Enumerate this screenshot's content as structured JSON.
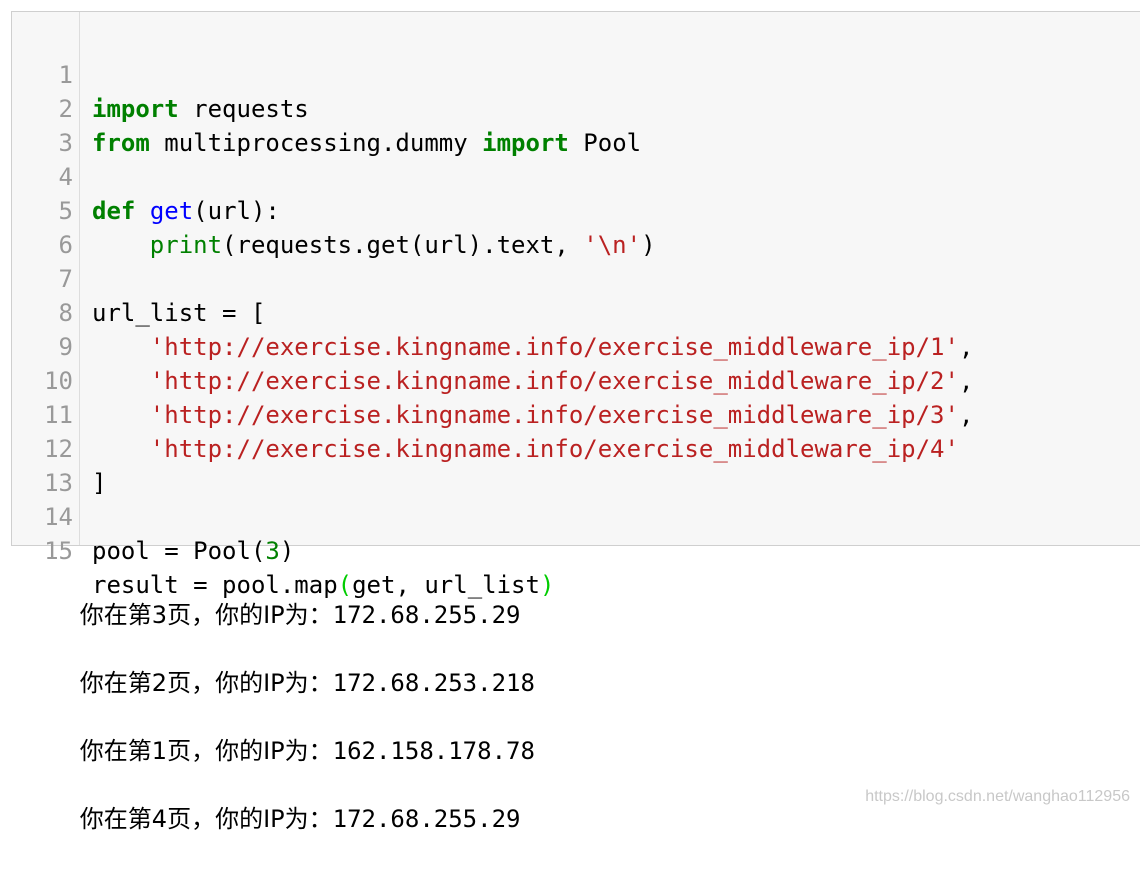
{
  "code_cell": {
    "lines": [
      {
        "no": "1"
      },
      {
        "no": "2"
      },
      {
        "no": "3"
      },
      {
        "no": "4"
      },
      {
        "no": "5"
      },
      {
        "no": "6"
      },
      {
        "no": "7"
      },
      {
        "no": "8"
      },
      {
        "no": "9"
      },
      {
        "no": "10"
      },
      {
        "no": "11"
      },
      {
        "no": "12"
      },
      {
        "no": "13"
      },
      {
        "no": "14"
      },
      {
        "no": "15"
      }
    ],
    "tokens": {
      "l1_kw": "import",
      "l1_rest": " requests",
      "l2_kw1": "from",
      "l2_mid": " multiprocessing.dummy ",
      "l2_kw2": "import",
      "l2_rest": " Pool",
      "l4_kw": "def",
      "l4_fn": "get",
      "l4_rest": "(url):",
      "l5_indent": "    ",
      "l5_bi": "print",
      "l5_mid": "(requests.get(url).text, ",
      "l5_str": "'\\n'",
      "l5_end": ")",
      "l7": "url_list = [",
      "l8_indent": "    ",
      "l8_str": "'http://exercise.kingname.info/exercise_middleware_ip/1'",
      "l8_end": ",",
      "l9_indent": "    ",
      "l9_str": "'http://exercise.kingname.info/exercise_middleware_ip/2'",
      "l9_end": ",",
      "l10_indent": "    ",
      "l10_str": "'http://exercise.kingname.info/exercise_middleware_ip/3'",
      "l10_end": ",",
      "l11_indent": "    ",
      "l11_str": "'http://exercise.kingname.info/exercise_middleware_ip/4'",
      "l12": "]",
      "l14_pre": "pool = Pool(",
      "l14_num": "3",
      "l14_end": ")",
      "l15_pre": "result = pool.map",
      "l15_open": "(",
      "l15_mid": "get, url_list",
      "l15_close": ")"
    }
  },
  "output": {
    "lines": [
      {
        "label": "你在第3页，你的IP为：",
        "ip": "172.68.255.29"
      },
      {
        "label": "你在第2页，你的IP为：",
        "ip": "172.68.253.218"
      },
      {
        "label": "你在第1页，你的IP为：",
        "ip": "162.158.178.78"
      },
      {
        "label": "你在第4页，你的IP为：",
        "ip": "172.68.255.29"
      }
    ]
  },
  "watermark": "https://blog.csdn.net/wanghao112956"
}
